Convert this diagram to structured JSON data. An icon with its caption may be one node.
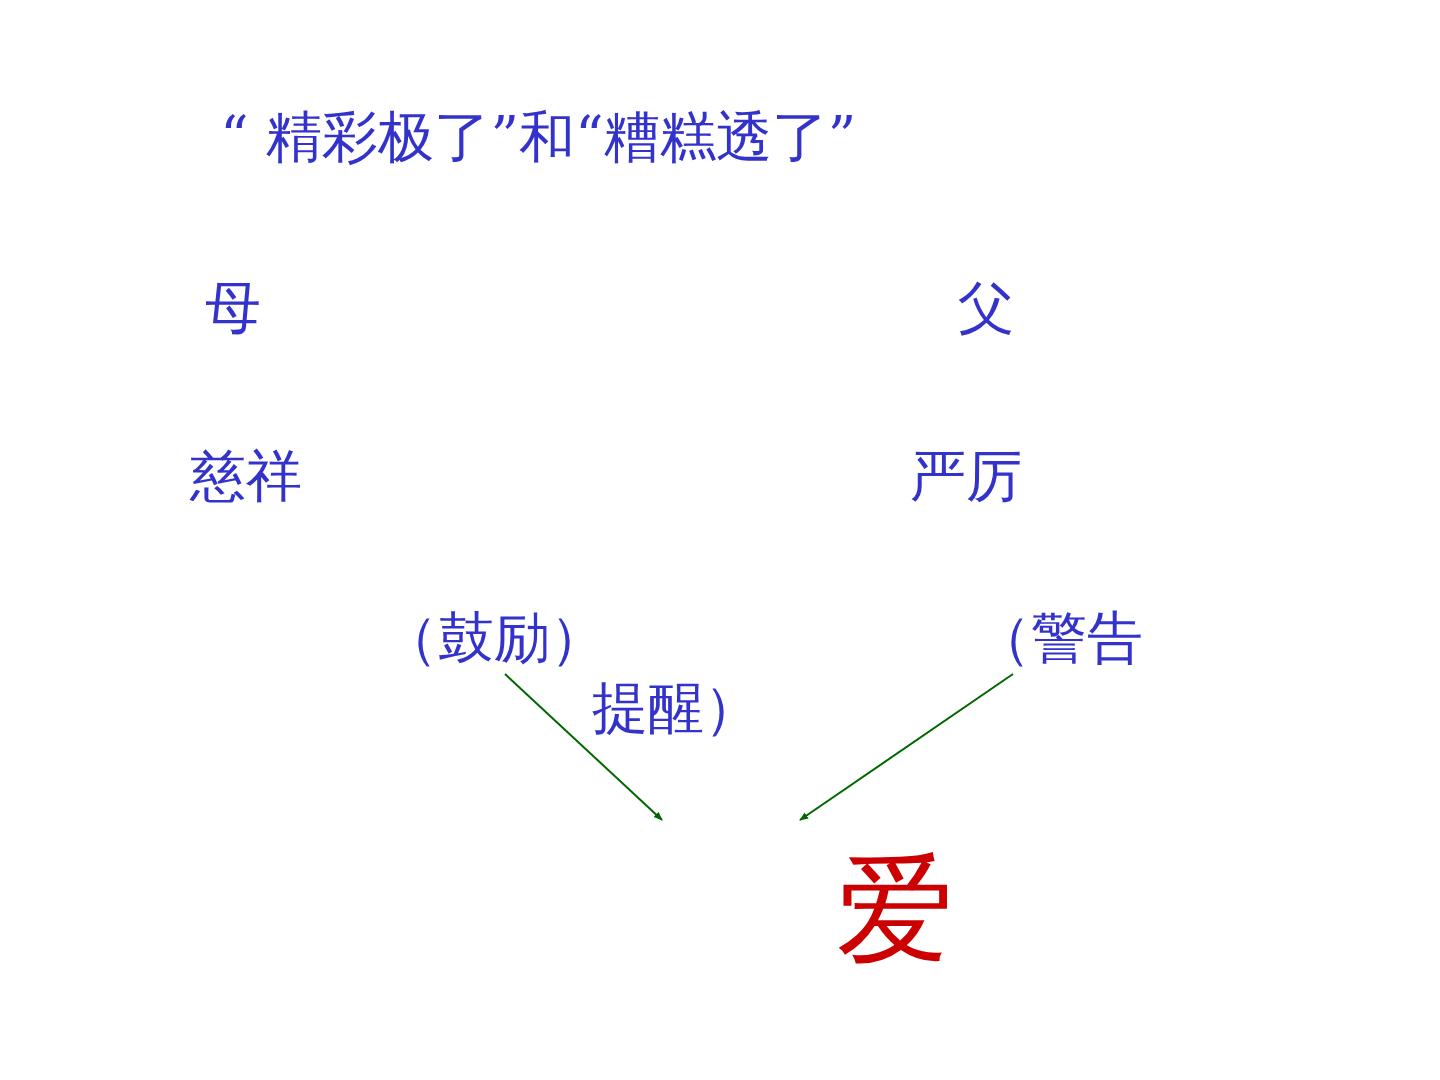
{
  "diagram": {
    "title": "“ 精彩极了”和“糟糕透了”",
    "nodes": [
      {
        "text": [
          "（鼓励）"
        ]
      },
      {
        "text": [
          "（警告"
        ]
      }
    ],
    "edges": [
      {
        "from": 0,
        "to": null,
        "arrow": "to"
      },
      {
        "from": 1,
        "to": null,
        "arrow": "to"
      }
    ],
    "labels": [
      "母",
      "父",
      "慈祥",
      "严厉",
      "提醒）",
      "爱"
    ]
  }
}
